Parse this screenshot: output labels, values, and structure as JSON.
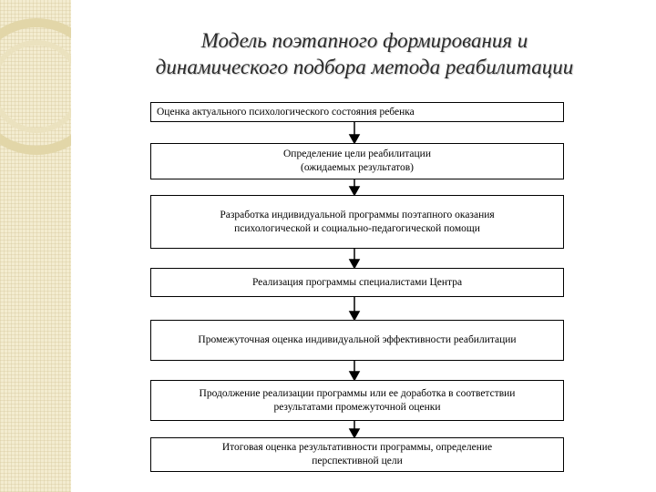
{
  "title": {
    "line1": "Модель поэтапного формирования и",
    "line2": "динамического подбора метода реабилитации"
  },
  "steps": [
    {
      "lines": [
        "Оценка актуального психологического состояния ребенка"
      ]
    },
    {
      "lines": [
        "Определение цели реабилитации",
        "(ожидаемых результатов)"
      ]
    },
    {
      "lines": [
        "Разработка индивидуальной программы поэтапного оказания",
        "психологической и социально-педагогической помощи"
      ]
    },
    {
      "lines": [
        "Реализация программы специалистами Центра"
      ]
    },
    {
      "lines": [
        "Промежуточная оценка индивидуальной эффективности реабилитации"
      ]
    },
    {
      "lines": [
        "Продолжение реализации программы или ее доработка в соответствии",
        "результатами промежуточной оценки"
      ]
    },
    {
      "lines": [
        "Итоговая оценка результативности программы, определение",
        "перспективной цели"
      ]
    }
  ],
  "colors": {
    "side_band": "#f3ecd0",
    "ornament": "#e6dcb4",
    "border": "#000000"
  }
}
